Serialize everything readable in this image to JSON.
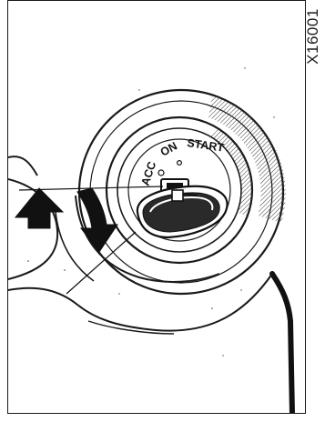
{
  "figure": {
    "code": "X16001"
  },
  "ignition": {
    "positions": [
      "ACC",
      "ON",
      "START"
    ]
  },
  "colors": {
    "ink": "#1a1a1a",
    "paper": "#ffffff",
    "hatch": "#444444"
  }
}
